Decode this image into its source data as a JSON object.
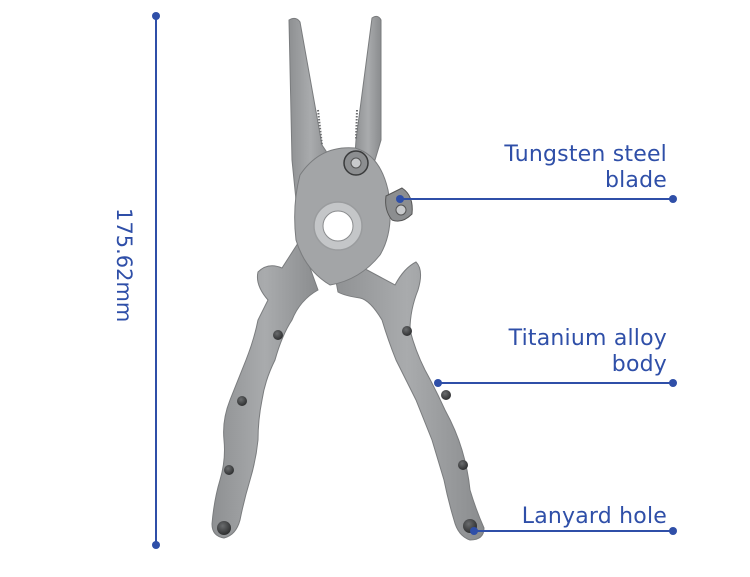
{
  "diagram": {
    "subject": "fishing pliers",
    "accent_color": "#2f4fa8",
    "dimension": {
      "label": "175.62mm",
      "orientation": "vertical"
    },
    "callouts": [
      {
        "line1": "Tungsten steel",
        "line2": "blade"
      },
      {
        "line1": "Titanium alloy",
        "line2": "body"
      },
      {
        "line1": "Lanyard hole",
        "line2": ""
      }
    ]
  }
}
